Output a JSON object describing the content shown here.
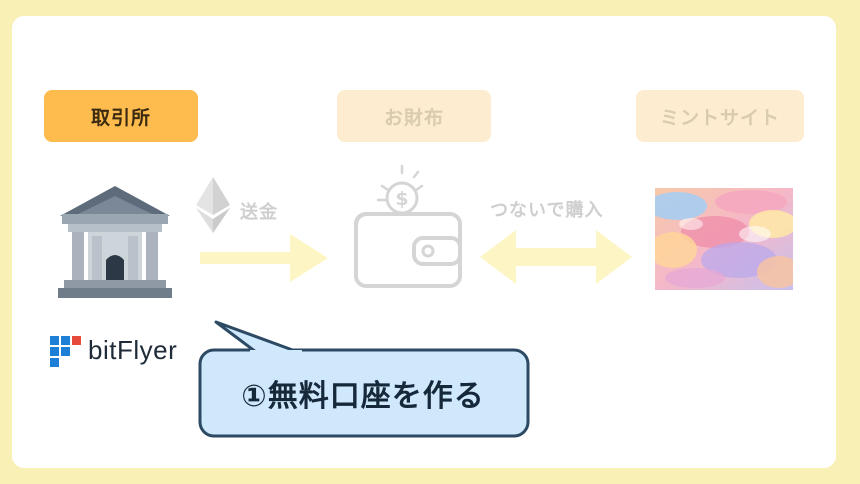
{
  "steps": {
    "exchange_label": "取引所",
    "wallet_label": "お財布",
    "mint_label": "ミントサイト"
  },
  "flow": {
    "send_label": "送金",
    "connect_label": "つないで購入"
  },
  "brand": {
    "name": "bitFlyer"
  },
  "callout": {
    "text": "①無料口座を作る"
  },
  "icons": {
    "bank": "bank-icon",
    "ethereum": "ethereum-icon",
    "wallet": "wallet-icon",
    "nft_art": "nft-art-icon",
    "bitflyer_logo": "bitflyer-logo-icon"
  },
  "colors": {
    "page_background": "#f8f0b4",
    "active_step": "#ffbc4e",
    "inactive_step": "#fdeccf",
    "arrow": "#fdf6c4",
    "callout_fill": "#cfe8fb",
    "callout_border": "#2c4a63",
    "bitflyer_blue": "#1e7fd6",
    "bitflyer_red": "#e64a3b"
  }
}
